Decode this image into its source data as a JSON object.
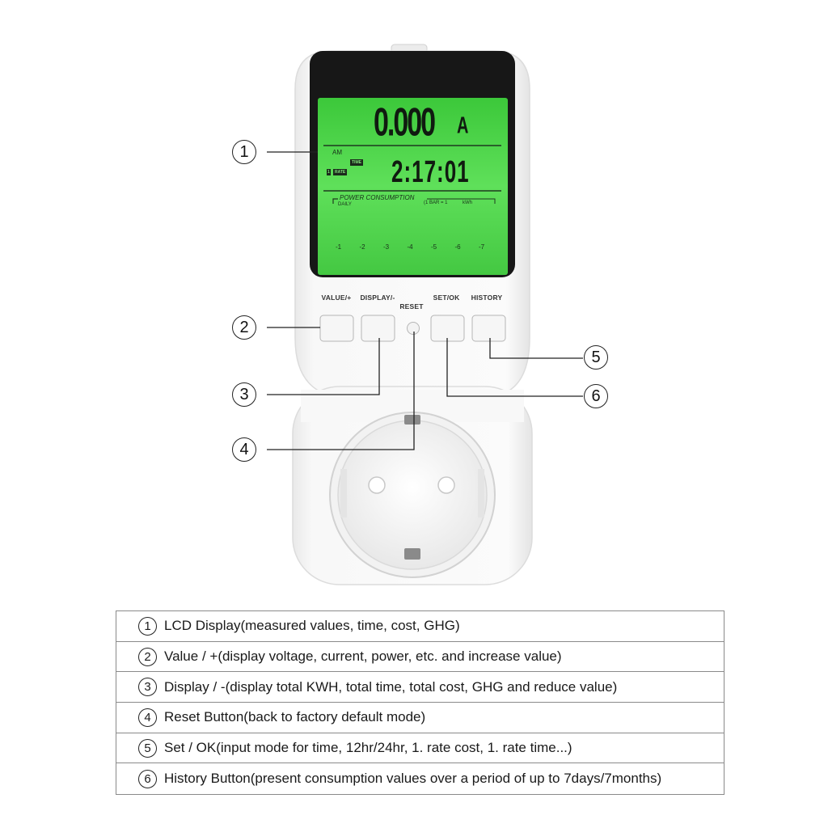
{
  "device": {
    "lcd": {
      "main_value": "0.000",
      "main_unit": "A",
      "am_label": "AM",
      "time_tag": "TIME",
      "rate_tag": "RATE",
      "rate_number": "1",
      "time_value": "2:17:01",
      "chart_title": "POWER CONSUMPTION",
      "daily_label": "DAILY",
      "bar_legend": "(1 BAR = 1",
      "bar_unit": "kWh",
      "day_ticks": [
        "-1",
        "-2",
        "-3",
        "-4",
        "-5",
        "-6",
        "-7"
      ]
    },
    "buttons": {
      "value_label": "VALUE/+",
      "display_label": "DISPLAY/-",
      "reset_label": "RESET",
      "set_label": "SET/OK",
      "history_label": "HISTORY"
    }
  },
  "callouts": {
    "c1": "1",
    "c2": "2",
    "c3": "3",
    "c4": "4",
    "c5": "5",
    "c6": "6"
  },
  "legend": [
    {
      "num": "1",
      "text": "LCD Display(measured values, time, cost, GHG)"
    },
    {
      "num": "2",
      "text": "Value / +(display voltage, current, power, etc. and increase value)"
    },
    {
      "num": "3",
      "text": "Display / -(display total KWH, total time, total cost, GHG and reduce value)"
    },
    {
      "num": "4",
      "text": "Reset Button(back to factory default mode)"
    },
    {
      "num": "5",
      "text": "Set / OK(input mode for time, 12hr/24hr, 1. rate cost, 1. rate time...)"
    },
    {
      "num": "6",
      "text": "History Button(present consumption values over a period of up to 7days/7months)"
    }
  ]
}
